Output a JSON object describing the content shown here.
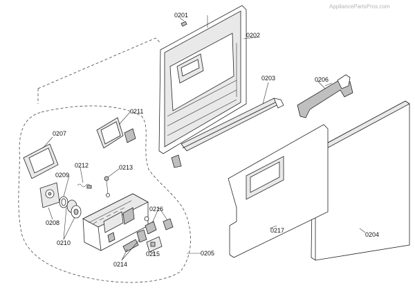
{
  "watermark": "AppliancePartsPros.com",
  "labels": {
    "p0201": "0201",
    "p0202": "0202",
    "p0203": "0203",
    "p0204": "0204",
    "p0205": "0205",
    "p0206": "0206",
    "p0207": "0207",
    "p0208": "0208",
    "p0209": "0209",
    "p0210": "0210",
    "p0211": "0211",
    "p0212": "0212",
    "p0213": "0213",
    "p0214": "0214",
    "p0215": "0215",
    "p0216": "0216",
    "p0217": "0217"
  }
}
